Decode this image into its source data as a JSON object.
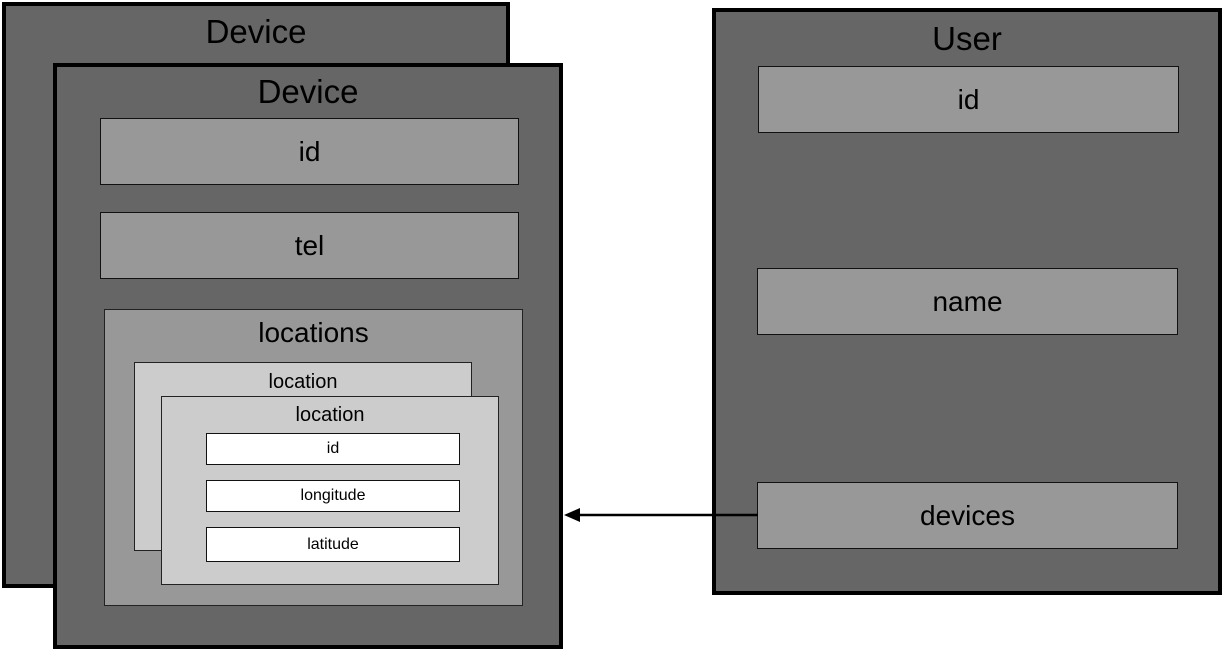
{
  "device_back": {
    "title": "Device"
  },
  "device": {
    "title": "Device",
    "fields": {
      "id": "id",
      "tel": "tel"
    },
    "locations": {
      "title": "locations",
      "location_back": {
        "title": "location"
      },
      "location": {
        "title": "location",
        "fields": [
          "id",
          "longitude",
          "latitude"
        ]
      }
    }
  },
  "user": {
    "title": "User",
    "fields": [
      "id",
      "name",
      "devices"
    ]
  }
}
